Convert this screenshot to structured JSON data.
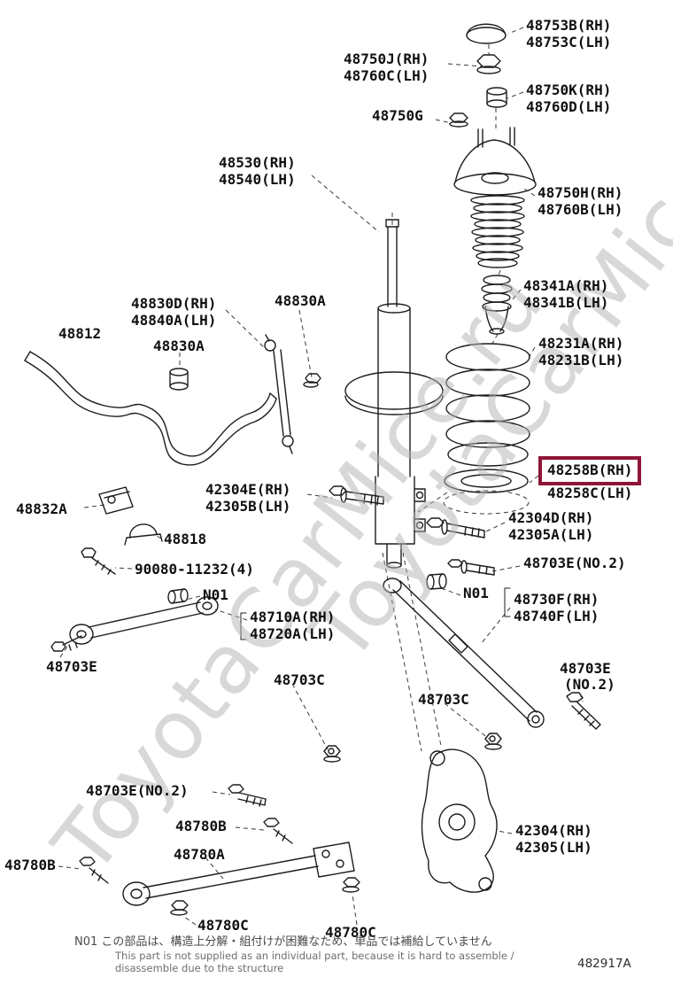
{
  "watermark": {
    "text": "ToyotaCarMice.ru"
  },
  "highlight": {
    "part": "48258B(RH)",
    "color": "#8e1538"
  },
  "labels": [
    {
      "text": "48753B(RH)"
    },
    {
      "text": "48753C(LH)"
    },
    {
      "text": "48750J(RH)"
    },
    {
      "text": "48760C(LH)"
    },
    {
      "text": "48750K(RH)"
    },
    {
      "text": "48760D(LH)"
    },
    {
      "text": "48750G"
    },
    {
      "text": "48530(RH)"
    },
    {
      "text": "48540(LH)"
    },
    {
      "text": "48750H(RH)"
    },
    {
      "text": "48760B(LH)"
    },
    {
      "text": "48341A(RH)"
    },
    {
      "text": "48341B(LH)"
    },
    {
      "text": "48231A(RH)"
    },
    {
      "text": "48231B(LH)"
    },
    {
      "text": "48830D(RH)"
    },
    {
      "text": "48840A(LH)"
    },
    {
      "text": "48830A"
    },
    {
      "text": "48812"
    },
    {
      "text": "48830A"
    },
    {
      "text": "48258B(RH)"
    },
    {
      "text": "48258C(LH)"
    },
    {
      "text": "42304E(RH)"
    },
    {
      "text": "42305B(LH)"
    },
    {
      "text": "42304D(RH)"
    },
    {
      "text": "42305A(LH)"
    },
    {
      "text": "48832A"
    },
    {
      "text": "48818"
    },
    {
      "text": "90080-11232(4)"
    },
    {
      "text": "48703E(NO.2)"
    },
    {
      "text": "N01"
    },
    {
      "text": "N01"
    },
    {
      "text": "48730F(RH)"
    },
    {
      "text": "48740F(LH)"
    },
    {
      "text": "48710A(RH)"
    },
    {
      "text": "48720A(LH)"
    },
    {
      "text": "48703E"
    },
    {
      "text": "48703C"
    },
    {
      "text": "48703E"
    },
    {
      "text": "(NO.2)"
    },
    {
      "text": "48703C"
    },
    {
      "text": "48703E(NO.2)"
    },
    {
      "text": "48780B"
    },
    {
      "text": "48780A"
    },
    {
      "text": "48780B"
    },
    {
      "text": "42304(RH)"
    },
    {
      "text": "42305(LH)"
    },
    {
      "text": "48780C"
    },
    {
      "text": "48780C"
    }
  ],
  "footer": {
    "note_jp": "N01 この部品は、構造上分解・組付けが困難なため、単品では補給していません",
    "note_en_line1": "This part is not supplied as an individual part, because it is hard to assemble /",
    "note_en_line2": "disassemble due to the structure",
    "diagram_code": "482917A"
  }
}
